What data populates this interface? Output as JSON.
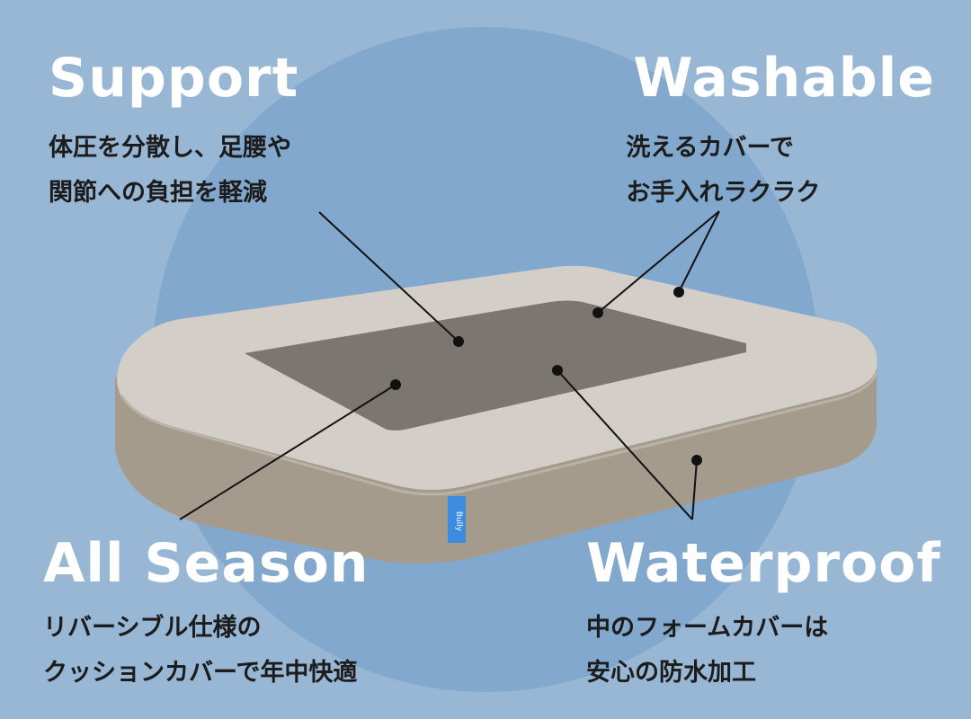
{
  "features": {
    "support": {
      "title": "Support",
      "lines": [
        "体圧を分散し、足腰や",
        "関節への負担を軽減"
      ]
    },
    "washable": {
      "title": "Washable",
      "lines": [
        "洗えるカバーで",
        "お手入れラクラク"
      ]
    },
    "all_season": {
      "title": "All Season",
      "lines": [
        "リバーシブル仕様の",
        "クッションカバーで年中快適"
      ]
    },
    "waterproof": {
      "title": "Waterproof",
      "lines": [
        "中のフォームカバーは",
        "安心の防水加工"
      ]
    }
  },
  "product": {
    "tag_logo": "Bully"
  },
  "colors": {
    "background": "#98b7d5",
    "circle": "#82a8cd",
    "heading": "#ffffff",
    "text": "#1c1c1c",
    "bed_bolster": "#d3cfc8",
    "bed_base": "#a59b8c",
    "bed_mat": "#7b766f",
    "tag": "#3d8ce0"
  }
}
